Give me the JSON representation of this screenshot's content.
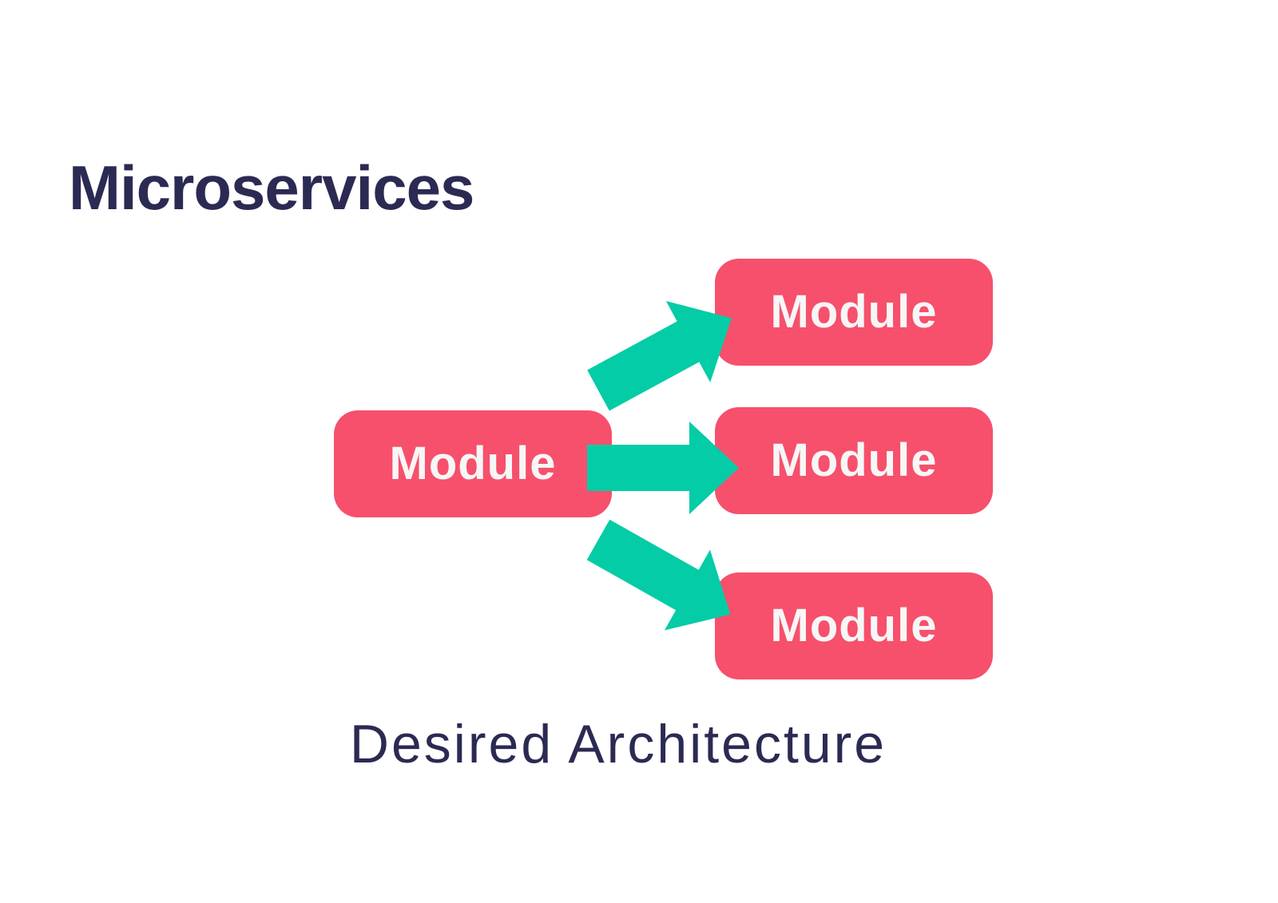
{
  "title": "Microservices",
  "caption": "Desired Architecture",
  "colors": {
    "background": "#ffffff",
    "heading_text": "#2b2a53",
    "module_fill": "#f6506c",
    "module_text": "#f7f6f6",
    "arrow_fill": "#04cca6"
  },
  "diagram": {
    "type": "flow",
    "source_module": {
      "label": "Module"
    },
    "target_modules": [
      {
        "label": "Module"
      },
      {
        "label": "Module"
      },
      {
        "label": "Module"
      }
    ],
    "arrows": [
      {
        "from": "source-module",
        "to": "target-module-top",
        "direction": "up-right"
      },
      {
        "from": "source-module",
        "to": "target-module-middle",
        "direction": "right"
      },
      {
        "from": "source-module",
        "to": "target-module-bottom",
        "direction": "down-right"
      }
    ]
  }
}
